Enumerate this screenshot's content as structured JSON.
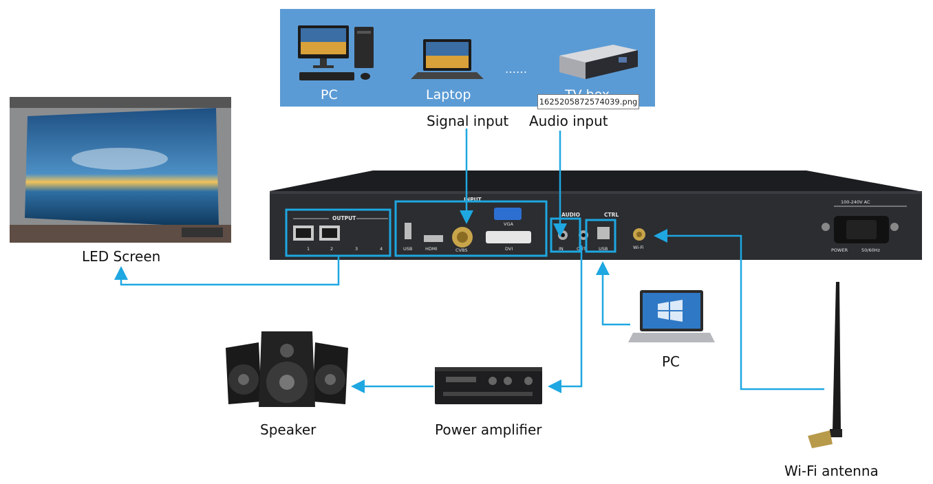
{
  "sources": {
    "pc_label": "PC",
    "laptop_label": "Laptop",
    "ellipsis": "……",
    "tvbox_label": "TV box",
    "tooltip": "1625205872574039.png"
  },
  "labels": {
    "signal_input": "Signal input",
    "audio_input": "Audio input",
    "led_screen": "LED Screen",
    "speaker": "Speaker",
    "power_amplifier": "Power amplifier",
    "pc": "PC",
    "wifi_antenna": "Wi-Fi antenna"
  },
  "device": {
    "output_group": "OUTPUT",
    "output_ports": [
      "1",
      "2",
      "3",
      "4"
    ],
    "input_group": "INPUT",
    "usb": "USB",
    "hdmi": "HDMI",
    "cvbs": "CVBS",
    "vga": "VGA",
    "dvi": "DVI",
    "audio_group": "AUDIO",
    "audio_in": "IN",
    "audio_out": "OUT",
    "ctrl_group": "CTRL",
    "ctrl_usb": "USB",
    "wifi": "Wi-Fi",
    "power_rating": "100-240V AC",
    "power": "POWER",
    "frequency": "50/60Hz"
  },
  "colors": {
    "accent": "#1ea7e1",
    "panel": "#5b9bd5",
    "device": "#2b2d31"
  }
}
